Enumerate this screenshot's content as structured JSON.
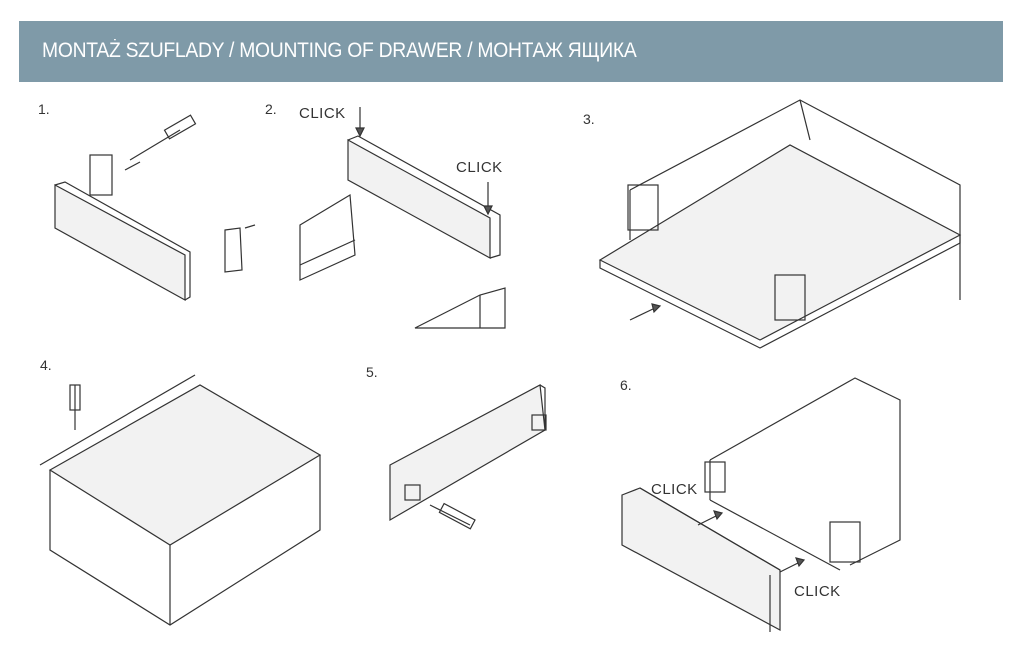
{
  "header": {
    "title": "MONTAŻ SZUFLADY / MOUNTING OF DRAWER / МОНТАЖ ЯЩИКА",
    "bg_color": "#7f9aa8"
  },
  "steps": [
    {
      "number": "1."
    },
    {
      "number": "2.",
      "labels": [
        "CLICK",
        "CLICK"
      ]
    },
    {
      "number": "3."
    },
    {
      "number": "4."
    },
    {
      "number": "5."
    },
    {
      "number": "6.",
      "labels": [
        "CLICK",
        "CLICK"
      ]
    }
  ]
}
